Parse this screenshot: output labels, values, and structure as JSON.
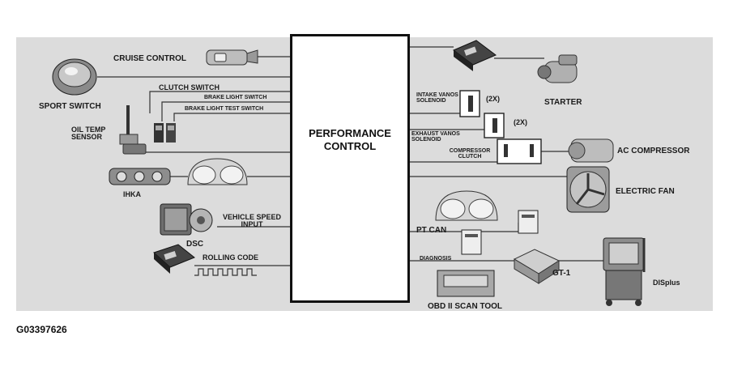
{
  "diagram": {
    "center": "PERFORMANCE CONTROL",
    "left_labels": {
      "cruise_control": "CRUISE CONTROL",
      "sport_switch": "SPORT SWITCH",
      "clutch_switch": "CLUTCH SWITCH",
      "brake_light_switch": "BRAKE LIGHT SWITCH",
      "brake_light_test_switch": "BRAKE LIGHT TEST SWITCH",
      "oil_temp_sensor": "OIL TEMP SENSOR",
      "ihka": "IHKA",
      "vehicle_speed_input": "VEHICLE SPEED INPUT",
      "dsc": "DSC",
      "rolling_code": "ROLLING CODE"
    },
    "right_labels": {
      "starter": "STARTER",
      "intake_vanos_solenoid": "INTAKE VANOS SOLENOID",
      "exhaust_vanos_solenoid": "EXHAUST VANOS SOLENOID",
      "count_a": "(2X)",
      "count_b": "(2X)",
      "compressor_clutch": "COMPRESSOR CLUTCH",
      "ac_compressor": "AC COMPRESSOR",
      "electric_fan": "ELECTRIC FAN",
      "pt_can": "PT CAN",
      "diagnosis": "DIAGNOSIS",
      "gt1": "GT-1",
      "displus": "DISplus",
      "obd_scan_tool": "OBD II SCAN TOOL"
    },
    "figure_id": "G03397626"
  }
}
